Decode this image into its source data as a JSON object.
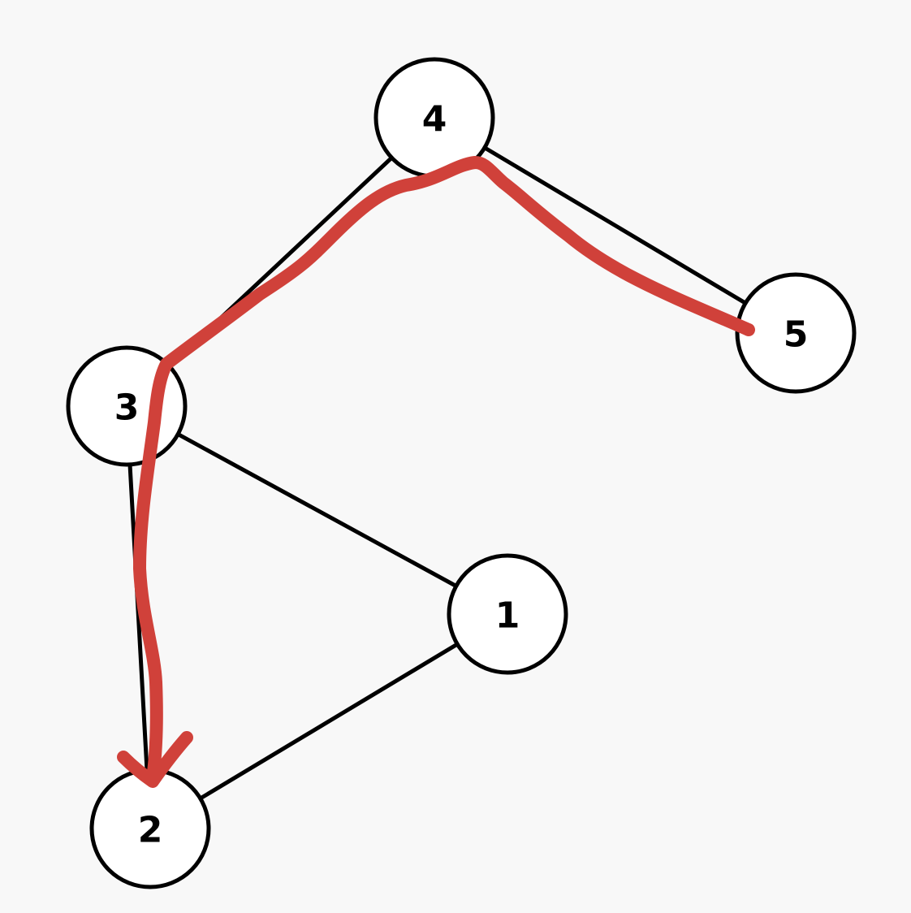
{
  "nodes": [
    {
      "id": "n1",
      "label": "1"
    },
    {
      "id": "n2",
      "label": "2"
    },
    {
      "id": "n3",
      "label": "3"
    },
    {
      "id": "n4",
      "label": "4"
    },
    {
      "id": "n5",
      "label": "5"
    }
  ],
  "edges": [
    {
      "from": "n3",
      "to": "n4"
    },
    {
      "from": "n4",
      "to": "n5"
    },
    {
      "from": "n3",
      "to": "n1"
    },
    {
      "from": "n3",
      "to": "n2"
    },
    {
      "from": "n1",
      "to": "n2"
    }
  ],
  "highlighted_path": {
    "sequence": [
      "5",
      "4",
      "3",
      "2"
    ],
    "color": "#d0413a"
  },
  "colors": {
    "background": "#f8f8f8",
    "node_fill": "#ffffff",
    "stroke": "#000000"
  }
}
